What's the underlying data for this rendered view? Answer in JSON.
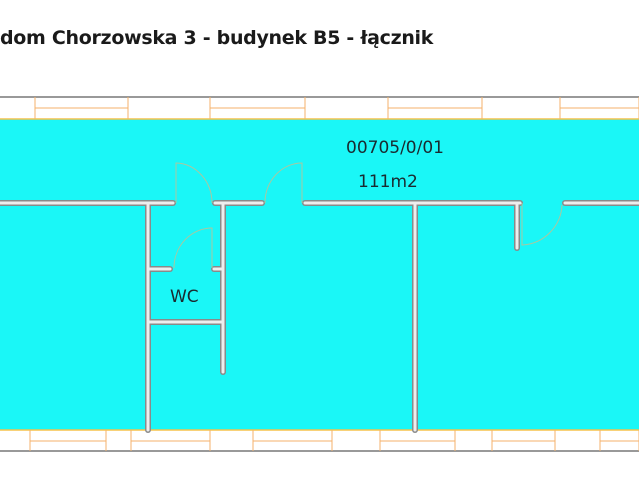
{
  "title": "dom Chorzowska 3 - budynek B5 - łącznik",
  "rooms": [
    {
      "id": "00705/0/01",
      "area": "111m2"
    },
    {
      "label": "WC"
    }
  ],
  "colors": {
    "floor": "#1af7f7",
    "wall": "#8a8a8a",
    "window": "#f5b26b",
    "door": "#a8c8a0"
  }
}
